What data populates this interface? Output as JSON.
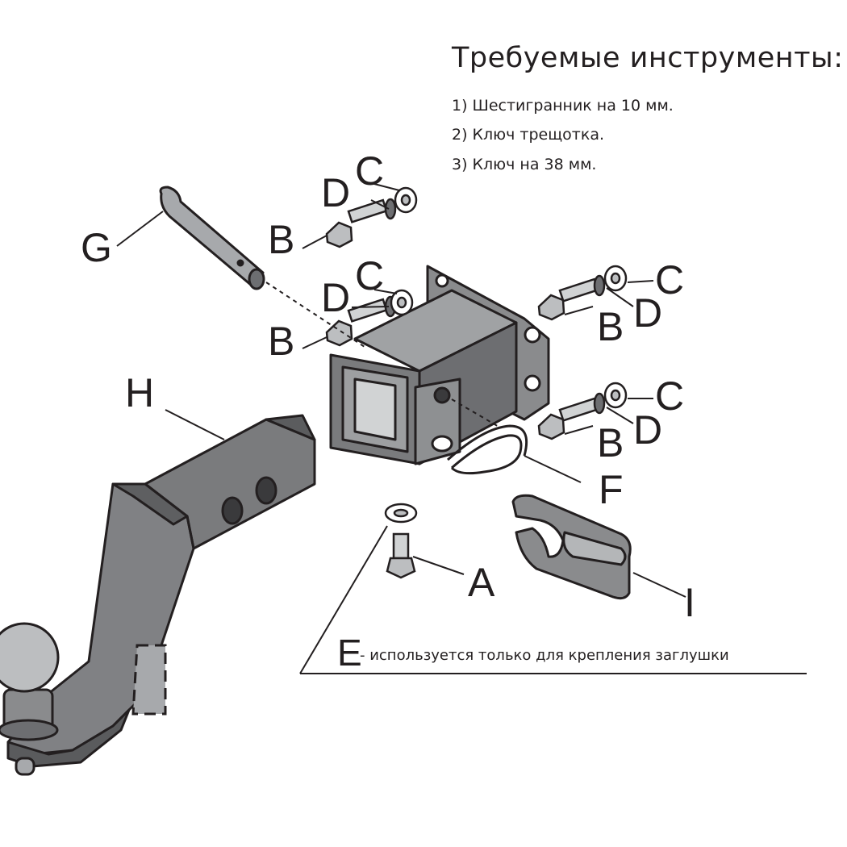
{
  "tools": {
    "title": "Требуемые инструменты:",
    "items": [
      "1) Шестигранник на 10 мм.",
      "2) Ключ трещотка.",
      "3) Ключ на 38 мм."
    ]
  },
  "labels": {
    "A": "A",
    "B": "B",
    "C": "C",
    "D": "D",
    "E": "E",
    "F": "F",
    "G": "G",
    "H": "H",
    "I": "I"
  },
  "note": {
    "letter": "E",
    "text": "- используется только для крепления заглушки"
  },
  "colors": {
    "ink": "#231f20",
    "metal": "#6d6e71",
    "metal_light": "#a7a9ac",
    "metal_dark": "#414042"
  }
}
